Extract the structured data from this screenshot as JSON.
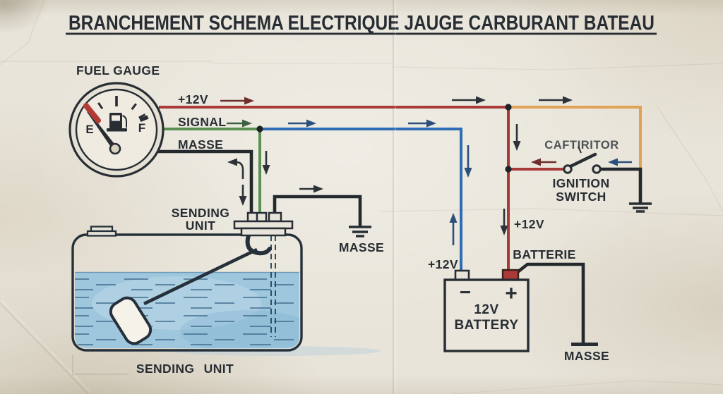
{
  "title": "BRANCHEMENT  SCHEMA  ELECTRIQUE  JAUGE  CARBURANT  BATEAU",
  "gauge": {
    "label": "FUEL GAUGE",
    "empty_mark": "E",
    "full_mark": "F"
  },
  "wires": {
    "plus12v": "+12V",
    "signal": "SIGNAL",
    "masse": "MASSE"
  },
  "sender": {
    "label_line1": "SENDING",
    "label_line2": "UNIT",
    "bottom_label": "SENDING UNIT",
    "ground_label": "MASSE"
  },
  "ignition_switch": {
    "faded_label": "CAFTIRITOR",
    "label_line1": "IGNITION",
    "label_line2": "SWITCH"
  },
  "feeds": {
    "blue_label": "+12V",
    "red_label": "+12V"
  },
  "battery": {
    "wire_label": "BATTERIE",
    "minus_sign": "−",
    "plus_sign": "+",
    "label_line1": "12V",
    "label_line2": "BATTERY",
    "ground_label": "MASSE"
  },
  "colors": {
    "paper": "#e8e4d9",
    "ink": "#272d33",
    "wire-red": "#a83b3a",
    "wire-green": "#5a9153",
    "wire-blue": "#2e6db4",
    "wire-orange": "#dfa257",
    "wire-black": "#23292d",
    "fuel-blue": "#9ec7de",
    "fuel-stroke": "#3f6d8e",
    "needle-red": "#b23c35"
  }
}
